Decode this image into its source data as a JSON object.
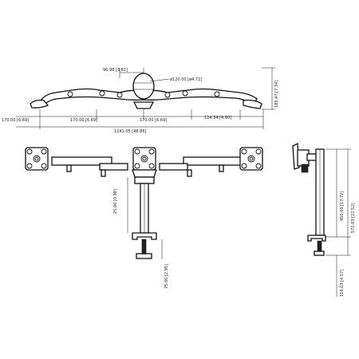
{
  "dimensions": {
    "offset_top": "96.98 [3.82]",
    "hub_diameter": "ø120.00 [ø4.72]",
    "height_side": "185.47 [7.34]",
    "arm_left": "170.00 [6.69]",
    "arm_mid_left": "170.00 [6.69]",
    "arm_mid_right": "170.00 [6.69]",
    "arm_end": "124.34 [4.90]",
    "total_width": "1241.05 [48.86]",
    "clamp_offset": "25.00 [0.98]",
    "clamp_depth": "75.00 [2.95]",
    "pole_height": "450.00 [17.72]",
    "total_height": "572.03 [22.52]",
    "desk_thickness": "116.03 [4.57]"
  }
}
